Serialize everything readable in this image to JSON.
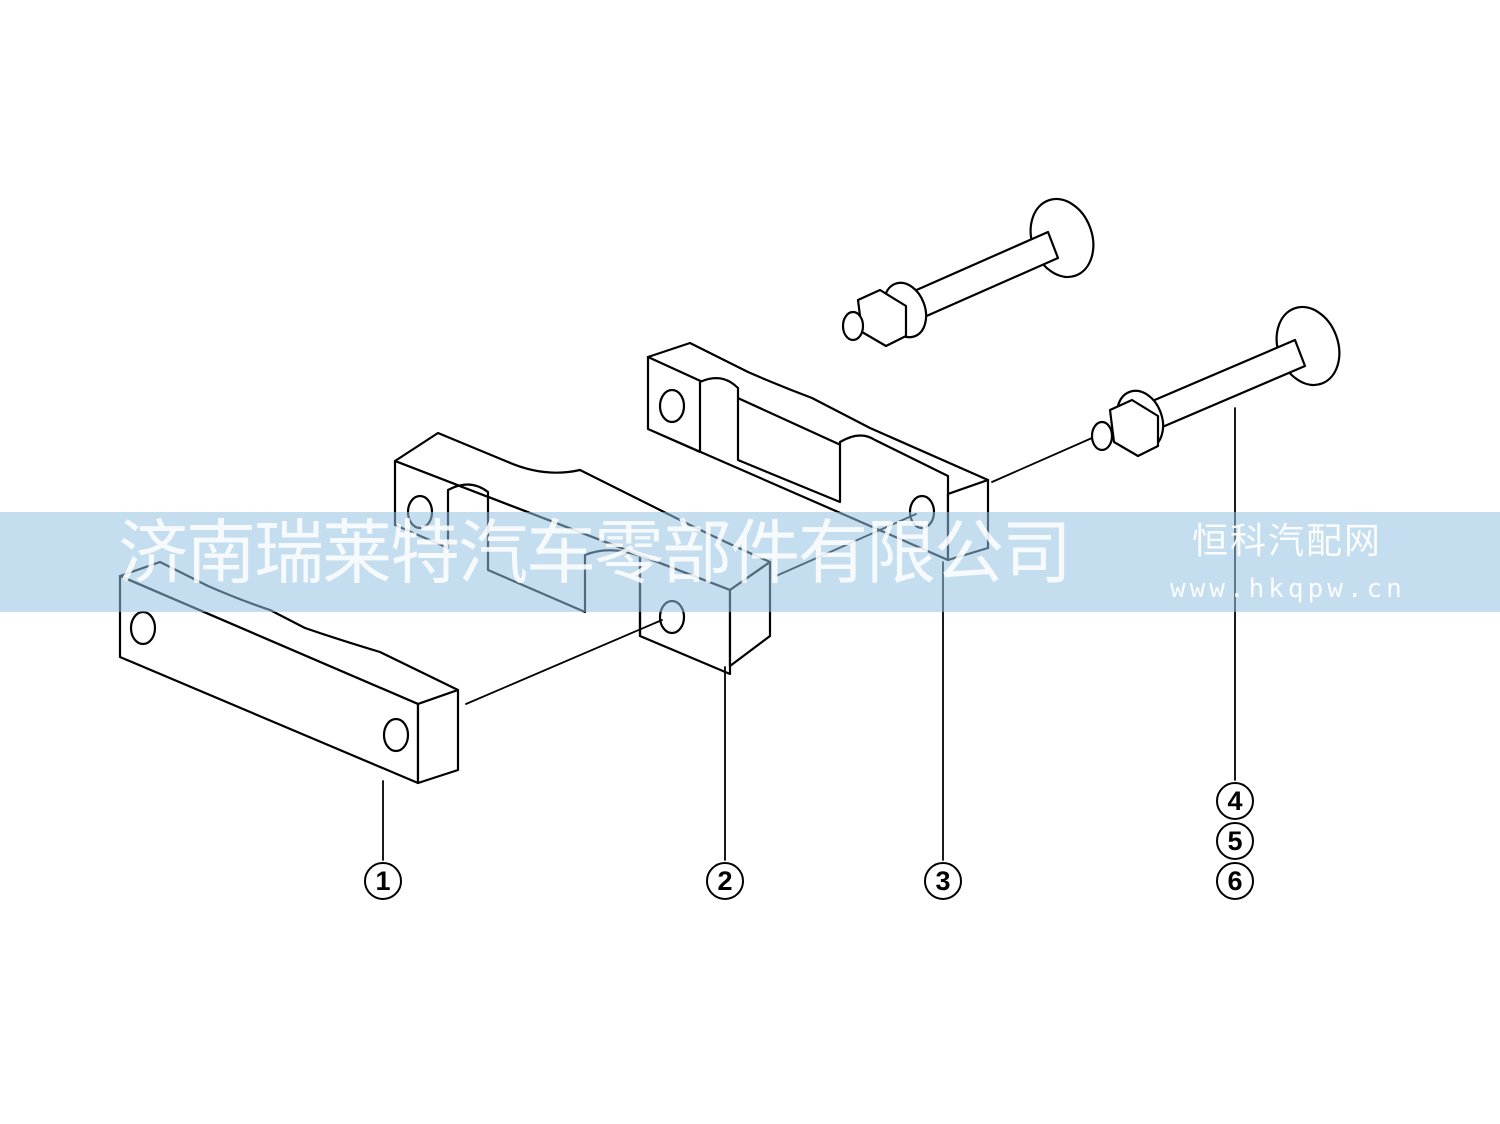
{
  "watermark": {
    "company": "济南瑞莱特汽车零部件有限公司",
    "brand": "恒科汽配网",
    "site": "www.hkqpw.cn",
    "banner_color": "#96c3e1"
  },
  "callouts": [
    {
      "id": "callout-1",
      "label": "1"
    },
    {
      "id": "callout-2",
      "label": "2"
    },
    {
      "id": "callout-3",
      "label": "3"
    },
    {
      "id": "callout-4",
      "label": "4"
    },
    {
      "id": "callout-5",
      "label": "5"
    },
    {
      "id": "callout-6",
      "label": "6"
    }
  ]
}
